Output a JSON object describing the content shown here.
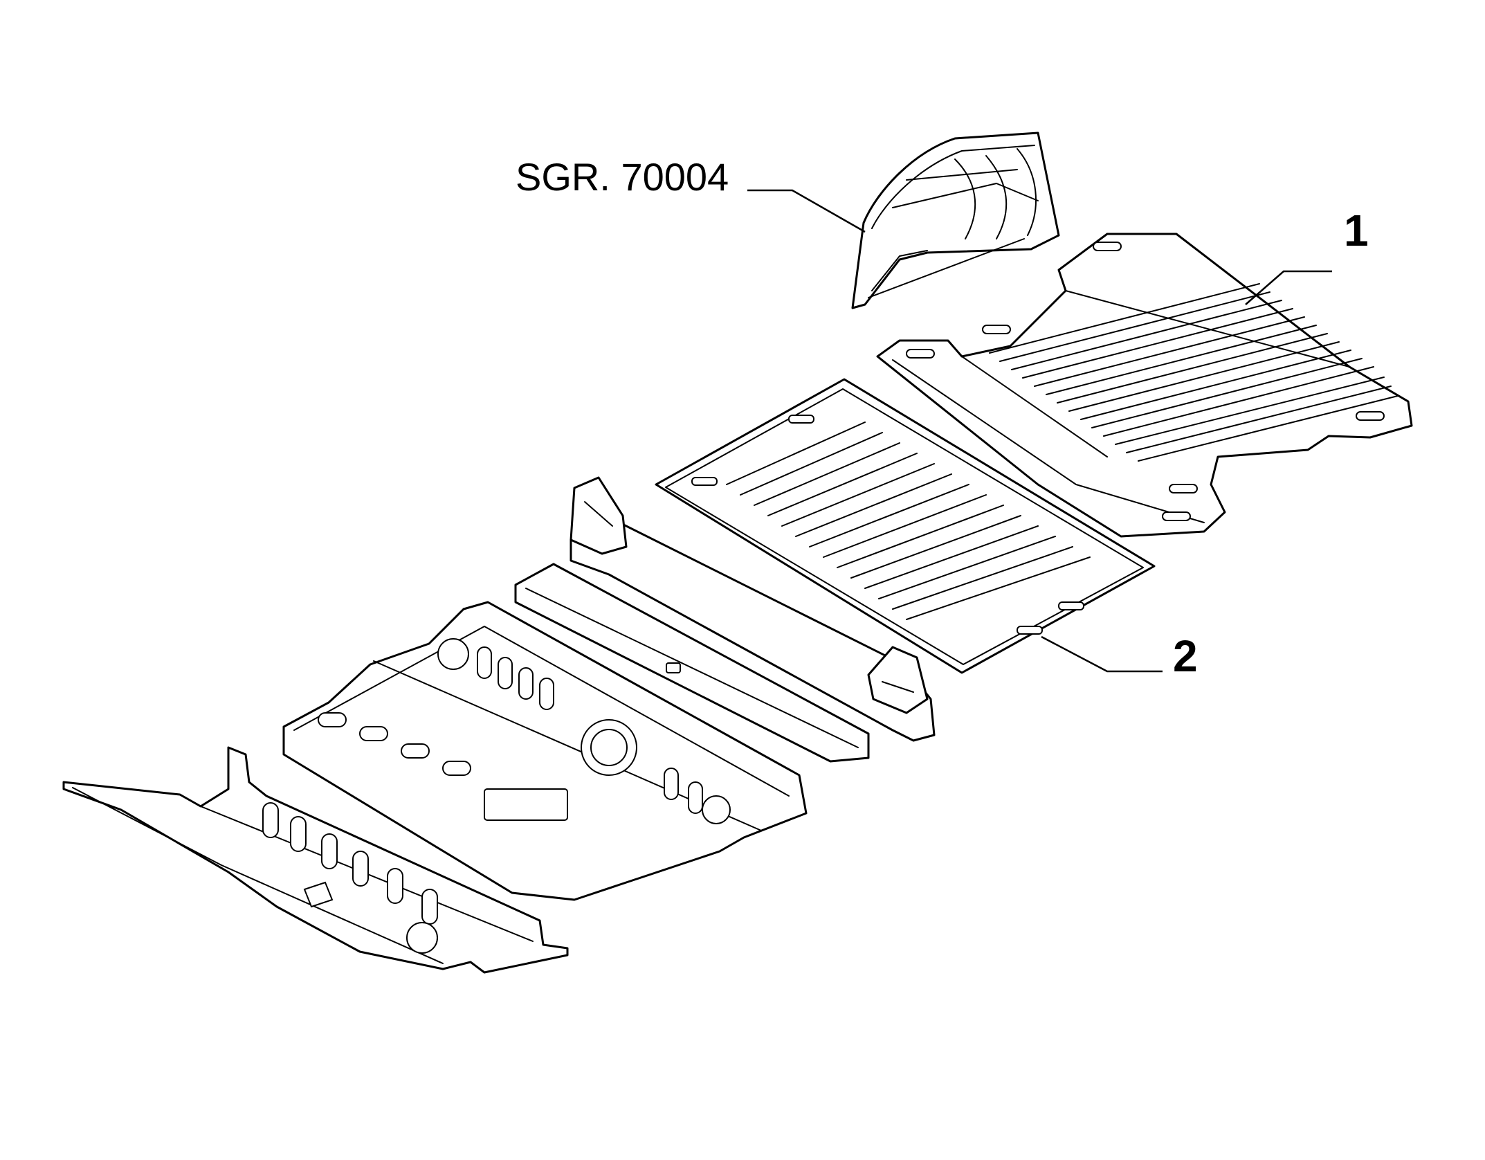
{
  "callouts": {
    "ref_group": "SGR. 70004",
    "part_1": "1",
    "part_2": "2"
  },
  "colors": {
    "line": "#000000",
    "background": "#ffffff"
  }
}
